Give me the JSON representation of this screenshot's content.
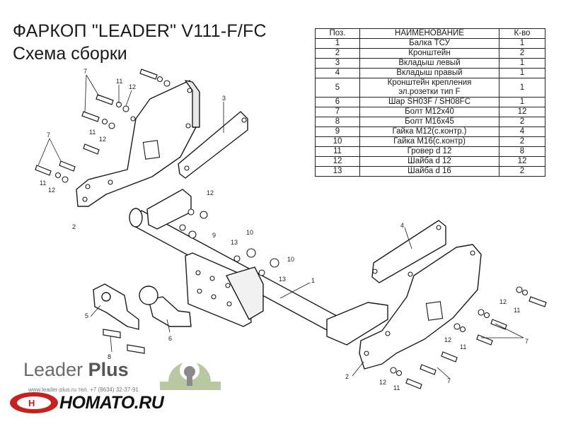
{
  "header": {
    "title": "ФАРКОП \"LEADER\" V111-F/FC",
    "subtitle": "Схема сборки"
  },
  "parts_table": {
    "columns": [
      "Поз.",
      "НАИМЕНОВАНИЕ",
      "К-во"
    ],
    "rows": [
      {
        "pos": "1",
        "name": "Балка ТСУ",
        "qty": "1"
      },
      {
        "pos": "2",
        "name": "Кронштейн",
        "qty": "2"
      },
      {
        "pos": "3",
        "name": "Вкладыш левый",
        "qty": "1"
      },
      {
        "pos": "4",
        "name": "Вкладыш правый",
        "qty": "1"
      },
      {
        "pos": "5",
        "name": "Кронштейн крепления\nэл.розетки тип F",
        "qty": "1"
      },
      {
        "pos": "6",
        "name": "Шар SH03F / SH08FC",
        "qty": "1"
      },
      {
        "pos": "7",
        "name": "Болт М12х40",
        "qty": "12"
      },
      {
        "pos": "8",
        "name": "Болт М16х45",
        "qty": "2"
      },
      {
        "pos": "9",
        "name": "Гайка М12(с.контр.)",
        "qty": "4"
      },
      {
        "pos": "10",
        "name": "Гайка  М16(с.контр)",
        "qty": "2"
      },
      {
        "pos": "11",
        "name": "Гровер d 12",
        "qty": "8"
      },
      {
        "pos": "12",
        "name": "Шайба d 12",
        "qty": "12"
      },
      {
        "pos": "13",
        "name": "Шайба d 16",
        "qty": "2"
      }
    ]
  },
  "callouts": {
    "c1": "1",
    "c2": "2",
    "c3": "3",
    "c4": "4",
    "c5": "5",
    "c6": "6",
    "c7": "7",
    "c8": "8",
    "c9": "9",
    "c10": "10",
    "c11": "11",
    "c12": "12",
    "c13": "13"
  },
  "footer": {
    "brand_main": "Leader",
    "brand_accent": "Plus",
    "contact": "www.leader-plus.ru   тел. +7 (8634) 32-37-91",
    "shop": "HOMATO.RU"
  }
}
